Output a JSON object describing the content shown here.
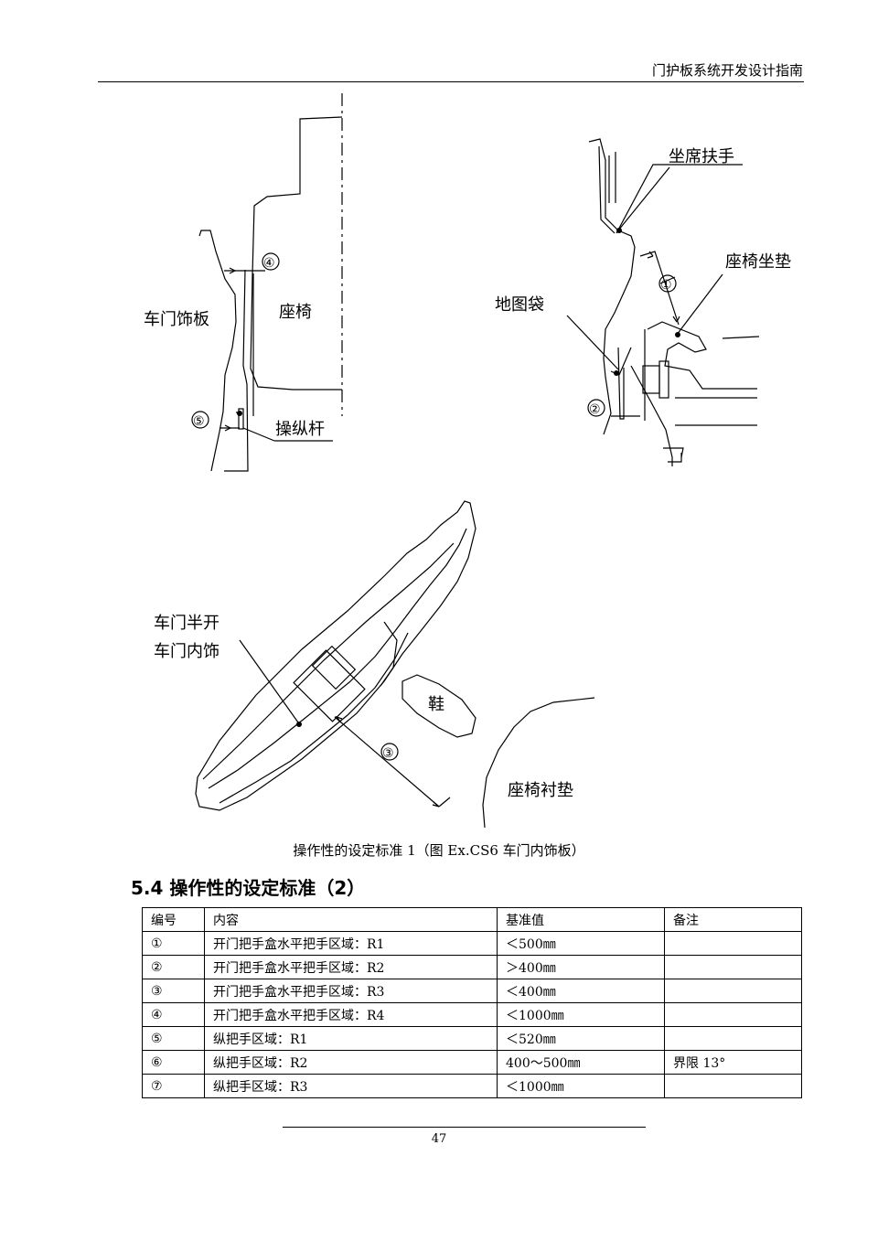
{
  "header": {
    "title": "门护板系统开发设计指南"
  },
  "figure": {
    "labels": {
      "door_trim": "车门饰板",
      "seat": "座椅",
      "lever": "操纵杆",
      "mark4": "④",
      "mark5": "⑤",
      "armrest": "坐席扶手",
      "seat_cushion": "座椅坐垫",
      "map_pocket": "地图袋",
      "mark1": "①",
      "mark2": "②",
      "half_open_line1": "车门半开",
      "half_open_line2": "车门内饰",
      "shoe": "鞋",
      "mark3": "③",
      "seat_pad": "座椅衬垫"
    },
    "caption": "操作性的设定标准 1（图 Ex.CS6 车门内饰板）"
  },
  "section": {
    "heading": "5.4 操作性的设定标准（2）"
  },
  "table": {
    "headers": [
      "编号",
      "内容",
      "基准值",
      "备注"
    ],
    "rows": [
      [
        "①",
        "开门把手盒水平把手区域：R1",
        "＜500㎜",
        ""
      ],
      [
        "②",
        "开门把手盒水平把手区域：R2",
        "＞400㎜",
        ""
      ],
      [
        "③",
        "开门把手盒水平把手区域：R3",
        "＜400㎜",
        ""
      ],
      [
        "④",
        "开门把手盒水平把手区域：R4",
        "＜1000㎜",
        ""
      ],
      [
        "⑤",
        "纵把手区域：R1",
        "＜520㎜",
        ""
      ],
      [
        "⑥",
        "纵把手区域：R2",
        "400～500㎜",
        "界限 13°"
      ],
      [
        "⑦",
        "纵把手区域：R3",
        "＜1000㎜",
        ""
      ]
    ]
  },
  "footer": {
    "page_number": "47"
  }
}
